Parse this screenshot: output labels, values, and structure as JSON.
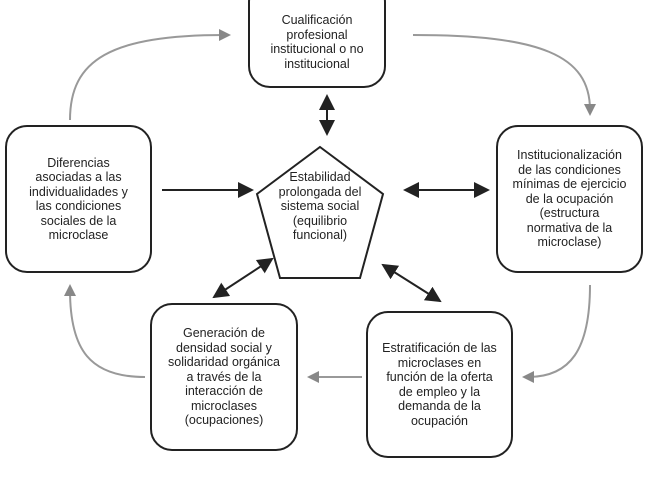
{
  "nodes": {
    "top": "Cualificación\nprofesional\ninstitucional o no\ninstitucional",
    "left": "Diferencias\nasociadas a las\nindividualidades y\nlas condiciones\nsociales de la\nmicroclase",
    "right": "Institucionalización\nde las condiciones\nmínimas de ejercicio\nde la ocupación\n(estructura\nnormativa de la\nmicroclase)",
    "bottom_left": "Generación de\ndensidad social y\nsolidaridad orgánica\na través de la\ninteracción de\nmicroclases\n(ocupaciones)",
    "bottom_right": "Estratificación de las\nmicroclases en\nfunción de la oferta\nde empleo y la\ndemanda de la\nocupación",
    "center": "Estabilidad\nprolongada del\nsistema social\n(equilibrio\nfuncional)"
  },
  "colors": {
    "stroke": "#222222",
    "cycle_arrow": "#999999"
  }
}
